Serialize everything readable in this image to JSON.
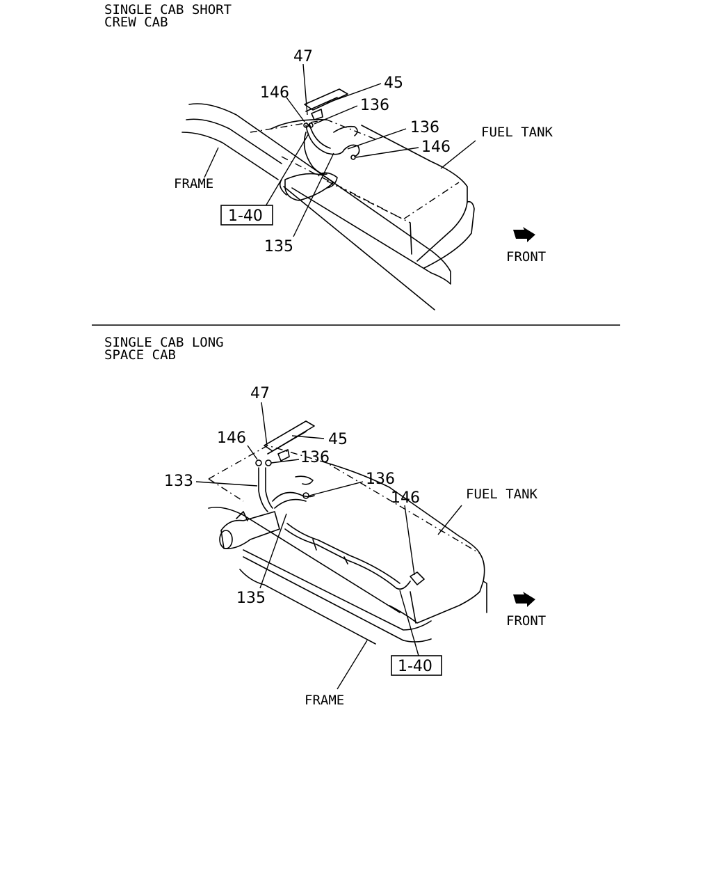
{
  "section_top": {
    "heading_line1": "SINGLE CAB SHORT",
    "heading_line2": "CREW CAB",
    "labels": {
      "p47": "47",
      "p45": "45",
      "p146a": "146",
      "p136a": "136",
      "p136b": "136",
      "p146b": "146",
      "frame": "FRAME",
      "fuel_tank": "FUEL TANK",
      "ref": "1-40",
      "p135": "135",
      "front": "FRONT"
    }
  },
  "section_bottom": {
    "heading_line1": "SINGLE CAB LONG",
    "heading_line2": "SPACE CAB",
    "labels": {
      "p47": "47",
      "p146a": "146",
      "p45": "45",
      "p136a": "136",
      "p133": "133",
      "p136b": "136",
      "p146b": "146",
      "fuel_tank": "FUEL TANK",
      "p135": "135",
      "front": "FRONT",
      "ref": "1-40",
      "frame": "FRAME"
    }
  },
  "icons": {
    "front_arrow": "arrow-right-down-icon"
  }
}
